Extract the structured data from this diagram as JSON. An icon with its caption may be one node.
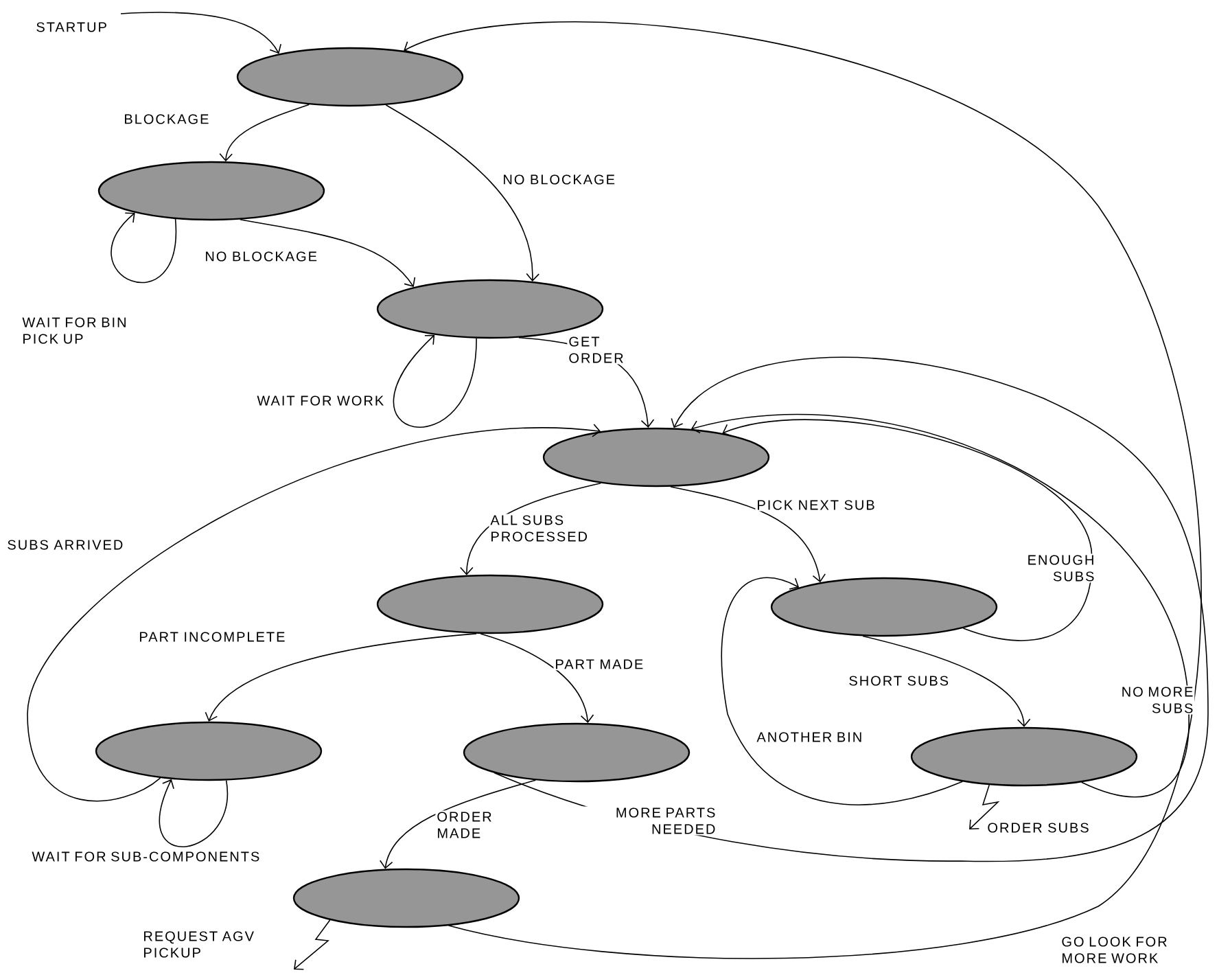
{
  "diagram": {
    "nodes": [
      {
        "text": [],
        "shape": "ellipse"
      },
      {
        "text": [],
        "shape": "ellipse"
      },
      {
        "text": [],
        "shape": "ellipse"
      },
      {
        "text": [],
        "shape": "ellipse"
      },
      {
        "text": [],
        "shape": "ellipse"
      },
      {
        "text": [],
        "shape": "ellipse"
      },
      {
        "text": [],
        "shape": "ellipse"
      },
      {
        "text": [],
        "shape": "ellipse"
      },
      {
        "text": [],
        "shape": "ellipse"
      },
      {
        "text": [],
        "shape": "ellipse"
      }
    ],
    "edges": [
      {
        "from": null,
        "to": 0,
        "arrow": "to",
        "label": "STARTUP"
      },
      {
        "from": 0,
        "to": 1,
        "arrow": "to",
        "label": "BLOCKAGE"
      },
      {
        "from": 0,
        "to": 2,
        "arrow": "to",
        "label": "NO BLOCKAGE"
      },
      {
        "from": 1,
        "to": 1,
        "arrow": "to",
        "label": "WAIT FOR BIN PICK UP"
      },
      {
        "from": 1,
        "to": 2,
        "arrow": "to",
        "label": "NO BLOCKAGE"
      },
      {
        "from": 2,
        "to": 2,
        "arrow": "to",
        "label": "WAIT FOR WORK"
      },
      {
        "from": 2,
        "to": 3,
        "arrow": "to",
        "label": "GET ORDER"
      },
      {
        "from": 6,
        "to": 3,
        "arrow": "to",
        "label": "SUBS ARRIVED"
      },
      {
        "from": 3,
        "to": 4,
        "arrow": "to",
        "label": "ALL SUBS PROCESSED"
      },
      {
        "from": 3,
        "to": 5,
        "arrow": "to",
        "label": "PICK NEXT SUB"
      },
      {
        "from": 5,
        "to": 3,
        "arrow": "to",
        "label": "ENOUGH SUBS"
      },
      {
        "from": 4,
        "to": 6,
        "arrow": "to",
        "label": "PART INCOMPLETE"
      },
      {
        "from": 4,
        "to": 7,
        "arrow": "to",
        "label": "PART MADE"
      },
      {
        "from": 6,
        "to": 6,
        "arrow": "to",
        "label": "WAIT FOR SUB-COMPONENTS"
      },
      {
        "from": 7,
        "to": 9,
        "arrow": "to",
        "label": "ORDER MADE"
      },
      {
        "from": 7,
        "to": 3,
        "arrow": "to",
        "label": "MORE PARTS NEEDED"
      },
      {
        "from": 5,
        "to": 8,
        "arrow": "to",
        "label": "SHORT SUBS"
      },
      {
        "from": 8,
        "to": 5,
        "arrow": "to",
        "label": "ANOTHER BIN"
      },
      {
        "from": 8,
        "to": 3,
        "arrow": "to",
        "label": "NO MORE SUBS"
      },
      {
        "from": 8,
        "to": null,
        "arrow": "to",
        "label": "ORDER SUBS"
      },
      {
        "from": 9,
        "to": null,
        "arrow": "to",
        "label": "REQUEST AGV PICKUP"
      },
      {
        "from": 9,
        "to": 0,
        "arrow": "to",
        "label": "GO LOOK FOR MORE WORK"
      }
    ]
  }
}
